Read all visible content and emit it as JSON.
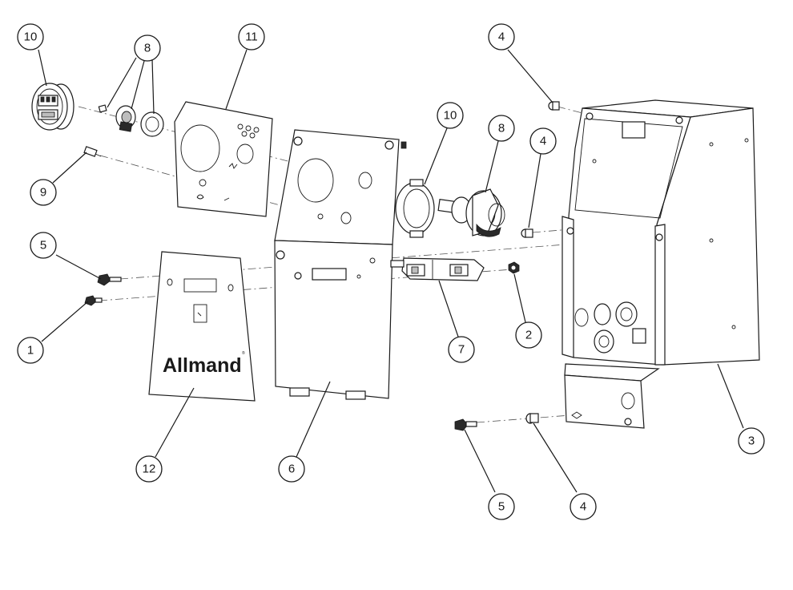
{
  "brand": {
    "logo_text": "Allmand",
    "logo_mark": "®"
  },
  "callouts": [
    {
      "id": "c10a",
      "label": "10"
    },
    {
      "id": "c8a",
      "label": "8"
    },
    {
      "id": "c11",
      "label": "11"
    },
    {
      "id": "c9",
      "label": "9"
    },
    {
      "id": "c5a",
      "label": "5"
    },
    {
      "id": "c1",
      "label": "1"
    },
    {
      "id": "c12",
      "label": "12"
    },
    {
      "id": "c6",
      "label": "6"
    },
    {
      "id": "c10b",
      "label": "10"
    },
    {
      "id": "c8b",
      "label": "8"
    },
    {
      "id": "c4a",
      "label": "4"
    },
    {
      "id": "c4b",
      "label": "4"
    },
    {
      "id": "c7",
      "label": "7"
    },
    {
      "id": "c2",
      "label": "2"
    },
    {
      "id": "c3",
      "label": "3"
    },
    {
      "id": "c5b",
      "label": "5"
    },
    {
      "id": "c4c",
      "label": "4"
    }
  ]
}
